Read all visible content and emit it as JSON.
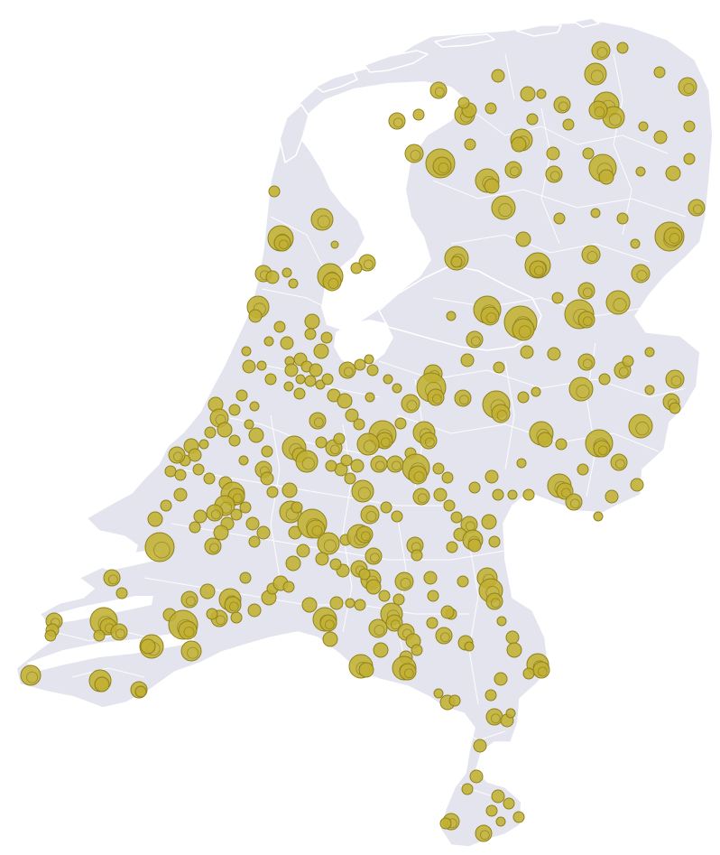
{
  "map": {
    "country": "Netherlands",
    "colors": {
      "land": "#e3e4ed",
      "border": "#ffffff",
      "bubble_fill": "#c2b032",
      "bubble_stroke": "#8f821d"
    },
    "symbol": "proportional-circle",
    "regions": "municipalities"
  }
}
